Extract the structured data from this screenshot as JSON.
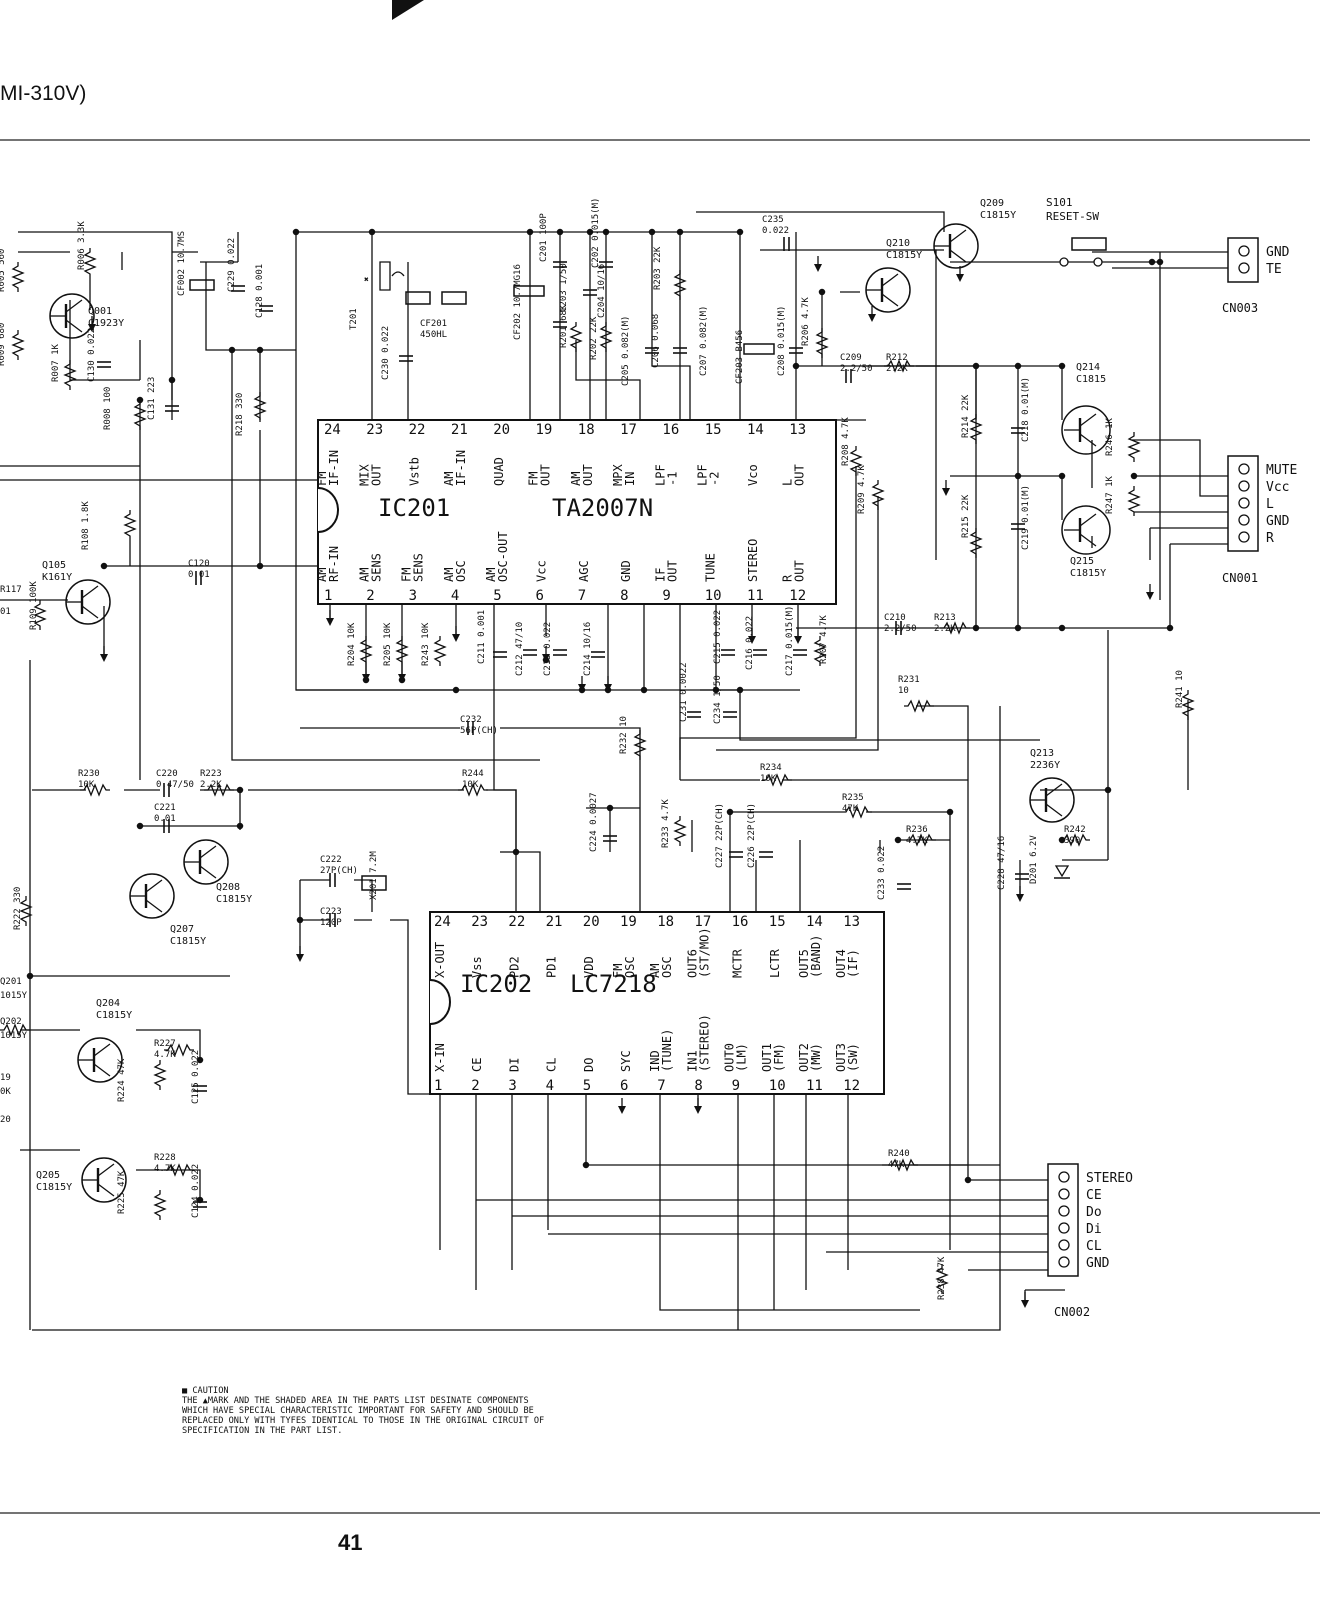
{
  "header": {
    "model_fragment": "MI-310V)"
  },
  "page_number": "41",
  "ic201": {
    "ref": "IC201",
    "part": "TA2007N",
    "top_pins": [
      {
        "num": "24",
        "label": "FM IF-IN"
      },
      {
        "num": "23",
        "label": "MIX OUT"
      },
      {
        "num": "22",
        "label": "Vstb"
      },
      {
        "num": "21",
        "label": "AM IF-IN"
      },
      {
        "num": "20",
        "label": "QUAD"
      },
      {
        "num": "19",
        "label": "FM OUT"
      },
      {
        "num": "18",
        "label": "AM OUT"
      },
      {
        "num": "17",
        "label": "MPX IN"
      },
      {
        "num": "16",
        "label": "LPF -1"
      },
      {
        "num": "15",
        "label": "LPF -2"
      },
      {
        "num": "14",
        "label": "Vco"
      },
      {
        "num": "13",
        "label": "L OUT"
      }
    ],
    "bottom_pins": [
      {
        "num": "1",
        "label": "AM RF-IN"
      },
      {
        "num": "2",
        "label": "AM SENS"
      },
      {
        "num": "3",
        "label": "FM SENS"
      },
      {
        "num": "4",
        "label": "AM OSC"
      },
      {
        "num": "5",
        "label": "AM OSC-OUT"
      },
      {
        "num": "6",
        "label": "Vcc"
      },
      {
        "num": "7",
        "label": "AGC"
      },
      {
        "num": "8",
        "label": "GND"
      },
      {
        "num": "9",
        "label": "IF OUT"
      },
      {
        "num": "10",
        "label": "TUNE"
      },
      {
        "num": "11",
        "label": "STEREO"
      },
      {
        "num": "12",
        "label": "R OUT"
      }
    ]
  },
  "ic202": {
    "ref": "IC202",
    "part": "LC7218",
    "top_pins": [
      {
        "num": "24",
        "label": "X-OUT"
      },
      {
        "num": "23",
        "label": "Vss"
      },
      {
        "num": "22",
        "label": "PD2"
      },
      {
        "num": "21",
        "label": "PD1"
      },
      {
        "num": "20",
        "label": "VDD"
      },
      {
        "num": "19",
        "label": "FM OSC"
      },
      {
        "num": "18",
        "label": "AM OSC"
      },
      {
        "num": "17",
        "label": "OUT6 (ST/MO)"
      },
      {
        "num": "16",
        "label": "MCTR"
      },
      {
        "num": "15",
        "label": "LCTR"
      },
      {
        "num": "14",
        "label": "OUT5 (BAND)"
      },
      {
        "num": "13",
        "label": "OUT4 (IF)"
      }
    ],
    "bottom_pins": [
      {
        "num": "1",
        "label": "X-IN"
      },
      {
        "num": "2",
        "label": "CE"
      },
      {
        "num": "3",
        "label": "DI"
      },
      {
        "num": "4",
        "label": "CL"
      },
      {
        "num": "5",
        "label": "DO"
      },
      {
        "num": "6",
        "label": "SYC"
      },
      {
        "num": "7",
        "label": "IND (TUNE)"
      },
      {
        "num": "8",
        "label": "IN1 (STEREO)"
      },
      {
        "num": "9",
        "label": "OUT0 (LM)"
      },
      {
        "num": "10",
        "label": "OUT1 (FM)"
      },
      {
        "num": "11",
        "label": "OUT2 (MW)"
      },
      {
        "num": "12",
        "label": "OUT3 (SW)"
      }
    ]
  },
  "transistors": [
    {
      "ref": "Q001",
      "part": "C1923Y"
    },
    {
      "ref": "Q105",
      "part": "K161Y"
    },
    {
      "ref": "Q209",
      "part": "C1815Y"
    },
    {
      "ref": "Q210",
      "part": "C1815Y"
    },
    {
      "ref": "Q214",
      "part": "C1815"
    },
    {
      "ref": "Q215",
      "part": "C1815Y"
    },
    {
      "ref": "Q213",
      "part": "2236Y"
    },
    {
      "ref": "Q207",
      "part": "C1815Y"
    },
    {
      "ref": "Q208",
      "part": "C1815Y"
    },
    {
      "ref": "Q204",
      "part": "C1815Y"
    },
    {
      "ref": "Q205",
      "part": "C1815Y"
    }
  ],
  "switch": {
    "ref": "S101",
    "label": "RESET-SW"
  },
  "connectors": [
    {
      "ref": "CN003",
      "pins": [
        "GND",
        "TE"
      ]
    },
    {
      "ref": "CN001",
      "pins": [
        "MUTE",
        "Vcc",
        "L",
        "GND",
        "R"
      ]
    },
    {
      "ref": "CN002",
      "pins": [
        "STEREO",
        "CE",
        "Do",
        "Di",
        "CL",
        "GND"
      ]
    }
  ],
  "components": [
    {
      "ref": "R005",
      "value": "560"
    },
    {
      "ref": "R006",
      "value": "3.3K"
    },
    {
      "ref": "R009",
      "value": "680"
    },
    {
      "ref": "R007",
      "value": "1K"
    },
    {
      "ref": "C130",
      "value": "0.022"
    },
    {
      "ref": "R008",
      "value": "100"
    },
    {
      "ref": "C131",
      "value": "223"
    },
    {
      "ref": "R108",
      "value": "1.8K"
    },
    {
      "ref": "C120",
      "value": "0.01"
    },
    {
      "ref": "R109",
      "value": "100K"
    },
    {
      "ref": "CF002",
      "value": "10.7MS"
    },
    {
      "ref": "C229",
      "value": "0.022"
    },
    {
      "ref": "C128",
      "value": "0.001"
    },
    {
      "ref": "T201",
      "value": ""
    },
    {
      "ref": "CF201",
      "value": "450HL"
    },
    {
      "ref": "C230",
      "value": "0.022"
    },
    {
      "ref": "R218",
      "value": "330"
    },
    {
      "ref": "CF202",
      "value": "10.7MG16"
    },
    {
      "ref": "C201",
      "value": "100P"
    },
    {
      "ref": "C202",
      "value": "0.015(M)"
    },
    {
      "ref": "R201",
      "value": "68K"
    },
    {
      "ref": "C203",
      "value": "1/50"
    },
    {
      "ref": "R202",
      "value": "22K"
    },
    {
      "ref": "C204",
      "value": "10/16"
    },
    {
      "ref": "C205",
      "value": "0.082(M)"
    },
    {
      "ref": "R203",
      "value": "22K"
    },
    {
      "ref": "C206",
      "value": "0.068"
    },
    {
      "ref": "C207",
      "value": "0.082(M)"
    },
    {
      "ref": "CF203",
      "value": "B456"
    },
    {
      "ref": "C235",
      "value": "0.022"
    },
    {
      "ref": "C208",
      "value": "0.015(M)"
    },
    {
      "ref": "R206",
      "value": "4.7K"
    },
    {
      "ref": "C209",
      "value": "2.2/50"
    },
    {
      "ref": "R212",
      "value": "2.2K"
    },
    {
      "ref": "R208",
      "value": "4.7K"
    },
    {
      "ref": "R209",
      "value": "4.7K"
    },
    {
      "ref": "R214",
      "value": "22K"
    },
    {
      "ref": "C218",
      "value": "0.01(M)"
    },
    {
      "ref": "R215",
      "value": "22K"
    },
    {
      "ref": "C219",
      "value": "0.01(M)"
    },
    {
      "ref": "R246",
      "value": "1K"
    },
    {
      "ref": "R247",
      "value": "1K"
    },
    {
      "ref": "R204",
      "value": "10K"
    },
    {
      "ref": "R205",
      "value": "10K"
    },
    {
      "ref": "R243",
      "value": "10K"
    },
    {
      "ref": "C211",
      "value": "0.001"
    },
    {
      "ref": "C212",
      "value": "47/10"
    },
    {
      "ref": "C213",
      "value": "0.022"
    },
    {
      "ref": "C214",
      "value": "10/16"
    },
    {
      "ref": "C215",
      "value": "0.022"
    },
    {
      "ref": "C216",
      "value": "0.022"
    },
    {
      "ref": "C217",
      "value": "0.015(M)"
    },
    {
      "ref": "R207",
      "value": "4.7K"
    },
    {
      "ref": "C210",
      "value": "2.2/50"
    },
    {
      "ref": "R213",
      "value": "2.2K"
    },
    {
      "ref": "C231",
      "value": "0.0022"
    },
    {
      "ref": "C234",
      "value": "1/50"
    },
    {
      "ref": "R231",
      "value": "10"
    },
    {
      "ref": "R241",
      "value": "10"
    },
    {
      "ref": "C232",
      "value": "56P(CH)"
    },
    {
      "ref": "R232",
      "value": "10"
    },
    {
      "ref": "R230",
      "value": "10K"
    },
    {
      "ref": "C220",
      "value": "0.47/50"
    },
    {
      "ref": "R223",
      "value": "2.2K"
    },
    {
      "ref": "C221",
      "value": "0.01"
    },
    {
      "ref": "R244",
      "value": "10K"
    },
    {
      "ref": "R234",
      "value": "10K"
    },
    {
      "ref": "R235",
      "value": "47K"
    },
    {
      "ref": "R236",
      "value": "4.7K"
    },
    {
      "ref": "C224",
      "value": "0.0027"
    },
    {
      "ref": "R233",
      "value": "4.7K"
    },
    {
      "ref": "C227",
      "value": "22P(CH)"
    },
    {
      "ref": "C226",
      "value": "22P(CH)"
    },
    {
      "ref": "C233",
      "value": "0.022"
    },
    {
      "ref": "C228",
      "value": "47/16"
    },
    {
      "ref": "D201",
      "value": "6.2V"
    },
    {
      "ref": "R242",
      "value": "390"
    },
    {
      "ref": "C222",
      "value": "27P(CH)"
    },
    {
      "ref": "X201",
      "value": "7.2M"
    },
    {
      "ref": "C223",
      "value": "120P"
    },
    {
      "ref": "R222",
      "value": "330"
    },
    {
      "ref": "R227",
      "value": "4.7K"
    },
    {
      "ref": "R224",
      "value": "47K"
    },
    {
      "ref": "C125",
      "value": "0.022"
    },
    {
      "ref": "R228",
      "value": "4.7K"
    },
    {
      "ref": "R225",
      "value": "47K"
    },
    {
      "ref": "C124",
      "value": "0.022"
    },
    {
      "ref": "R240",
      "value": "47K"
    },
    {
      "ref": "R238",
      "value": "47K"
    }
  ],
  "edge_fragments": [
    "R117",
    "01",
    "Q201",
    "1015Y",
    "Q202",
    "1015Y",
    "19",
    "0K",
    "20"
  ],
  "caution": {
    "title": "CAUTION",
    "lines": [
      "THE ▲MARK AND THE SHADED AREA IN THE PARTS LIST DESINATE COMPONENTS",
      "WHICH HAVE SPECIAL CHARACTERISTIC IMPORTANT FOR SAFETY AND SHOULD BE",
      "REPLACED ONLY WITH TYFES IDENTICAL TO THOSE IN THE ORIGINAL CIRCUIT OF",
      "SPECIFICATION IN THE PART LIST."
    ]
  }
}
